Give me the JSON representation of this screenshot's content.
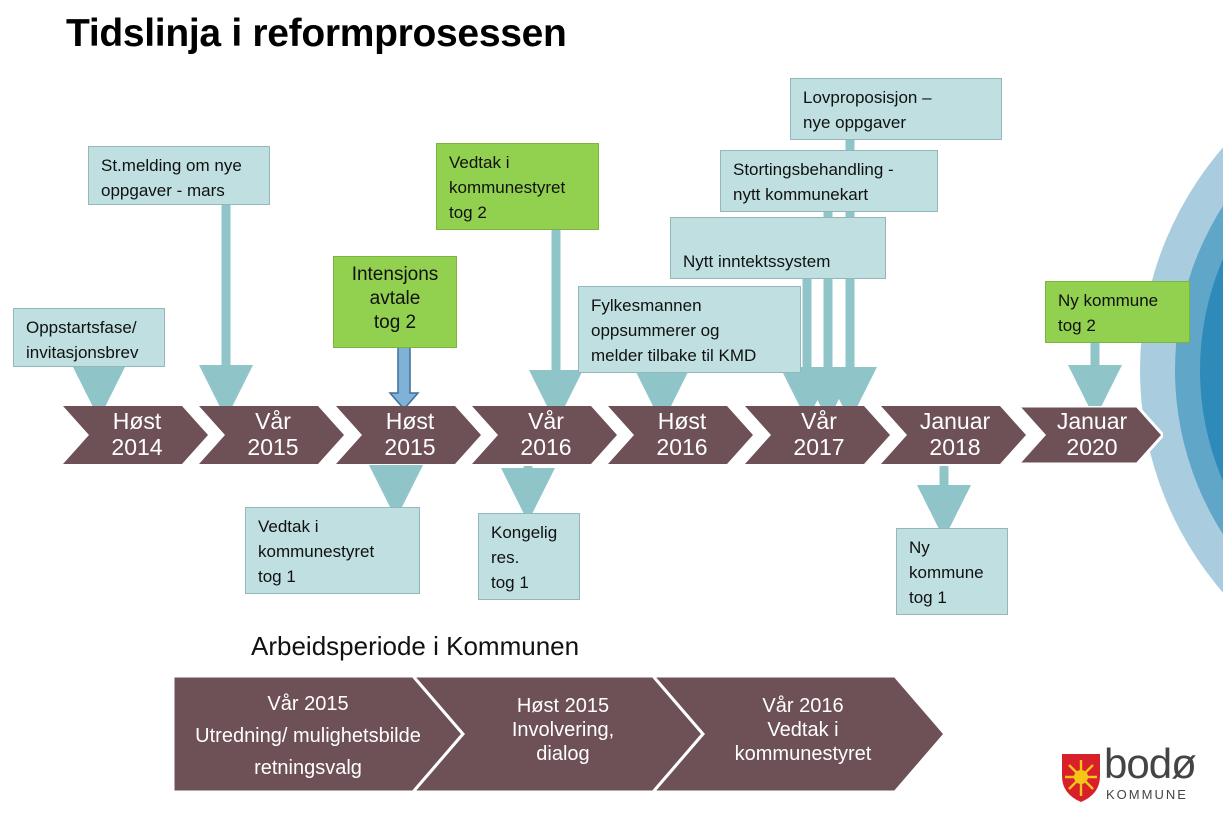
{
  "title": "Tidslinja i reformprosessen",
  "colors": {
    "timeline_arrow": "#6e5057",
    "box_blue": "#bfdfe0",
    "box_green": "#92d050",
    "connector": "#8fc4c9",
    "circle_outer": "#a9cddf",
    "circle_mid": "#5fa6c8",
    "circle_inner": "#2e8ab8"
  },
  "timeline": [
    {
      "label": "Høst\n2014"
    },
    {
      "label": "Vår\n2015"
    },
    {
      "label": "Høst\n2015"
    },
    {
      "label": "Vår\n2016"
    },
    {
      "label": "Høst\n2016"
    },
    {
      "label": "Vår\n2017"
    },
    {
      "label": "Januar\n2018"
    },
    {
      "label": "Januar\n2020"
    }
  ],
  "events": {
    "oppstart": "Oppstartsfase/\ninvitasjonsbrev",
    "stmelding": "St.melding om nye\noppgaver - mars",
    "intensjon": "Intensjons\navtale\ntog 2",
    "vedtak2": "Vedtak i\nkommunestyret\ntog 2",
    "fylkesmannen": "Fylkesmannen\noppsummerer og\nmelder tilbake til KMD",
    "inntekt": "Nytt inntektssystem",
    "storting": "Stortingsbehandling -\nnytt kommunekart",
    "lovprop": "Lovproposisjon –\nnye oppgaver",
    "nykommune2": "Ny kommune\ntog 2",
    "vedtak1": "Vedtak i\nkommunestyret\ntog 1",
    "kongelig": "Kongelig\nres.\ntog 1",
    "nykommune1": "Ny\nkommune\ntog 1"
  },
  "work_period": {
    "title": "Arbeidsperiode i Kommunen",
    "phases": [
      {
        "label": "Vår 2015\nUtredning/ mulighetsbilde\nretningsvalg"
      },
      {
        "label": "Høst 2015\nInvolvering,\ndialog"
      },
      {
        "label": "Vår 2016\nVedtak i\nkommunestyret"
      }
    ]
  },
  "logo": {
    "name": "bodø",
    "sub": "KOMMUNE",
    "icon": "bodo-shield-sun-icon"
  }
}
